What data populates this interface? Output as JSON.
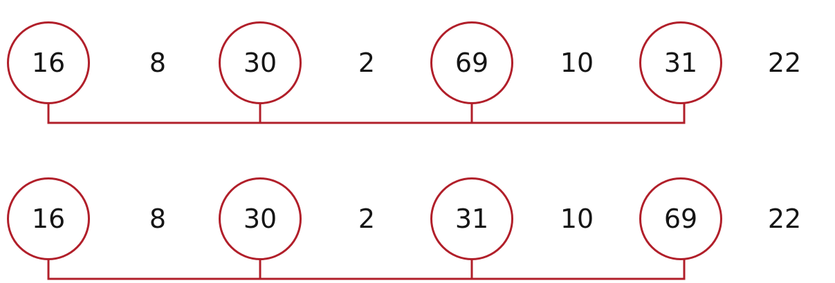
{
  "colors": {
    "circle_stroke": "#b11f2a",
    "connector_line": "#b11f2a",
    "text": "#151515",
    "background": "#ffffff"
  },
  "rows": [
    {
      "items": [
        {
          "label": "16",
          "circled": true
        },
        {
          "label": "8",
          "circled": false
        },
        {
          "label": "30",
          "circled": true
        },
        {
          "label": "2",
          "circled": false
        },
        {
          "label": "69",
          "circled": true
        },
        {
          "label": "10",
          "circled": false
        },
        {
          "label": "31",
          "circled": true
        },
        {
          "label": "22",
          "circled": false
        }
      ]
    },
    {
      "items": [
        {
          "label": "16",
          "circled": true
        },
        {
          "label": "8",
          "circled": false
        },
        {
          "label": "30",
          "circled": true
        },
        {
          "label": "2",
          "circled": false
        },
        {
          "label": "31",
          "circled": true
        },
        {
          "label": "10",
          "circled": false
        },
        {
          "label": "69",
          "circled": true
        },
        {
          "label": "22",
          "circled": false
        }
      ]
    }
  ]
}
